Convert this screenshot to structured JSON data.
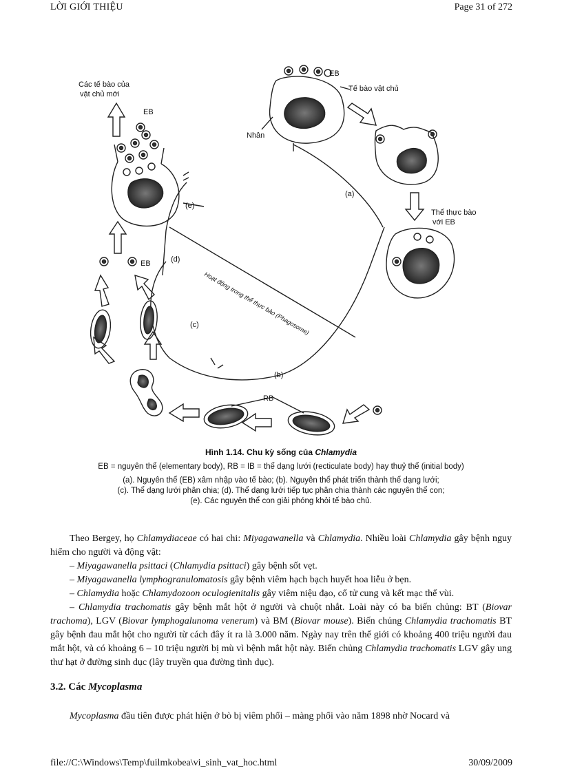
{
  "header": {
    "left": "LỜI GIỚI THIỆU",
    "right": "Page 31 of 272"
  },
  "footer": {
    "left": "file://C:\\Windows\\Temp\\fuilmkobea\\vi_sinh_vat_hoc.html",
    "right": "30/09/2009"
  },
  "figure": {
    "labels": {
      "new_host": [
        "Các tế bào của",
        "vật chủ mới"
      ],
      "eb_top": "EB",
      "eb_left_top": "EB",
      "eb_left_mid": "EB",
      "host_cell": "Tế bào vật chủ",
      "nucleus": "Nhân",
      "phagocytosis": [
        "Thể thực bào",
        "với EB"
      ],
      "stage_a": "(a)",
      "stage_b": "(b)",
      "stage_c": "(c)",
      "stage_d": "(d)",
      "stage_e": "(e)",
      "rb": "RB",
      "phagosome": "Hoạt động trong thể thực bào  (Phagosome)"
    },
    "caption": {
      "number": "Hình 1.14.",
      "title": "Chu kỳ sống của",
      "genus": "Chlamydia",
      "abbr": "EB = nguyên thể (elementary body), RB = IB = thể dạng lưới (recticulate body) hay thuỷ thể (initial body)",
      "line1": "(a). Nguyên thể (EB) xâm nhập vào tế bào; (b). Nguyên thể phát triển thành thể dạng lưới;",
      "line2": "(c). Thể dạng lưới phân chia; (d). Thể dạng lưới tiếp tục phân chia thành các nguyên thể con;",
      "line3": "(e). Các nguyên thể con giải phóng khỏi tế bào chủ."
    }
  },
  "body": {
    "intro": {
      "t1": "Theo Bergey, họ ",
      "i1": "Chlamydiaceae",
      "t2": " có hai chi: ",
      "i2": "Miyagawanella",
      "t3": " và ",
      "i3": "Chlamydia",
      "t4": ".  Nhiều loài ",
      "i4": "Chlamydia",
      "t5": " gây bệnh nguy hiểm cho người và động vật:"
    },
    "item1": {
      "dash": "– ",
      "i1": "Miyagawanella psittaci",
      "t1": " (",
      "i2": "Chlamydia psittaci",
      "t2": ") gây bệnh sốt vẹt."
    },
    "item2": {
      "dash": "– ",
      "i1": "Miyagawanella lymphogranulomatosis",
      "t1": " gây bệnh viêm hạch bạch huyết hoa liễu ở bẹn."
    },
    "item3": {
      "dash": "– ",
      "i1": "Chlamydia",
      "t1": " hoặc ",
      "i2": "Chlamydozoon oculogienitalis",
      "t2": " gây viêm niệu đạo, cổ tử cung và kết mạc thể vùi."
    },
    "item4": {
      "dash": "– ",
      "i1": "Chlamydia trachomatis",
      "t1": " gây bệnh mắt hột ở người và chuột nhắt. Loài này có ba biến chủng: BT (",
      "i2": "Biovar trachoma",
      "t2": "), LGV (",
      "i3": "Biovar lymphogalunoma venerum",
      "t3": ") và BM (",
      "i4": "Biovar mouse",
      "t4": "). Biến chủng ",
      "i5": "Chlamydia trachomatis",
      "t5": " BT gây bệnh đau mắt hột cho người từ cách đây ít ra là 3.000 năm. Ngày nay trên thế giới có khoảng 400 triệu người đau mắt hột, và có khoảng 6 – 10 triệu người bị mù vì bệnh mắt hột này. Biến chủng ",
      "i6": "Chlamydia trachomatis",
      "t6": " LGV gây ung thư hạt ở đường sinh dục (lây truyền qua đường tình dục)."
    },
    "heading": {
      "num": "3.2. Các ",
      "italic": "Mycoplasma"
    },
    "last": {
      "i1": "Mycoplasma",
      "t1": " đầu tiên được phát hiện ở bò bị viêm phổi – màng phổi vào năm 1898 nhờ Nocard và"
    }
  }
}
